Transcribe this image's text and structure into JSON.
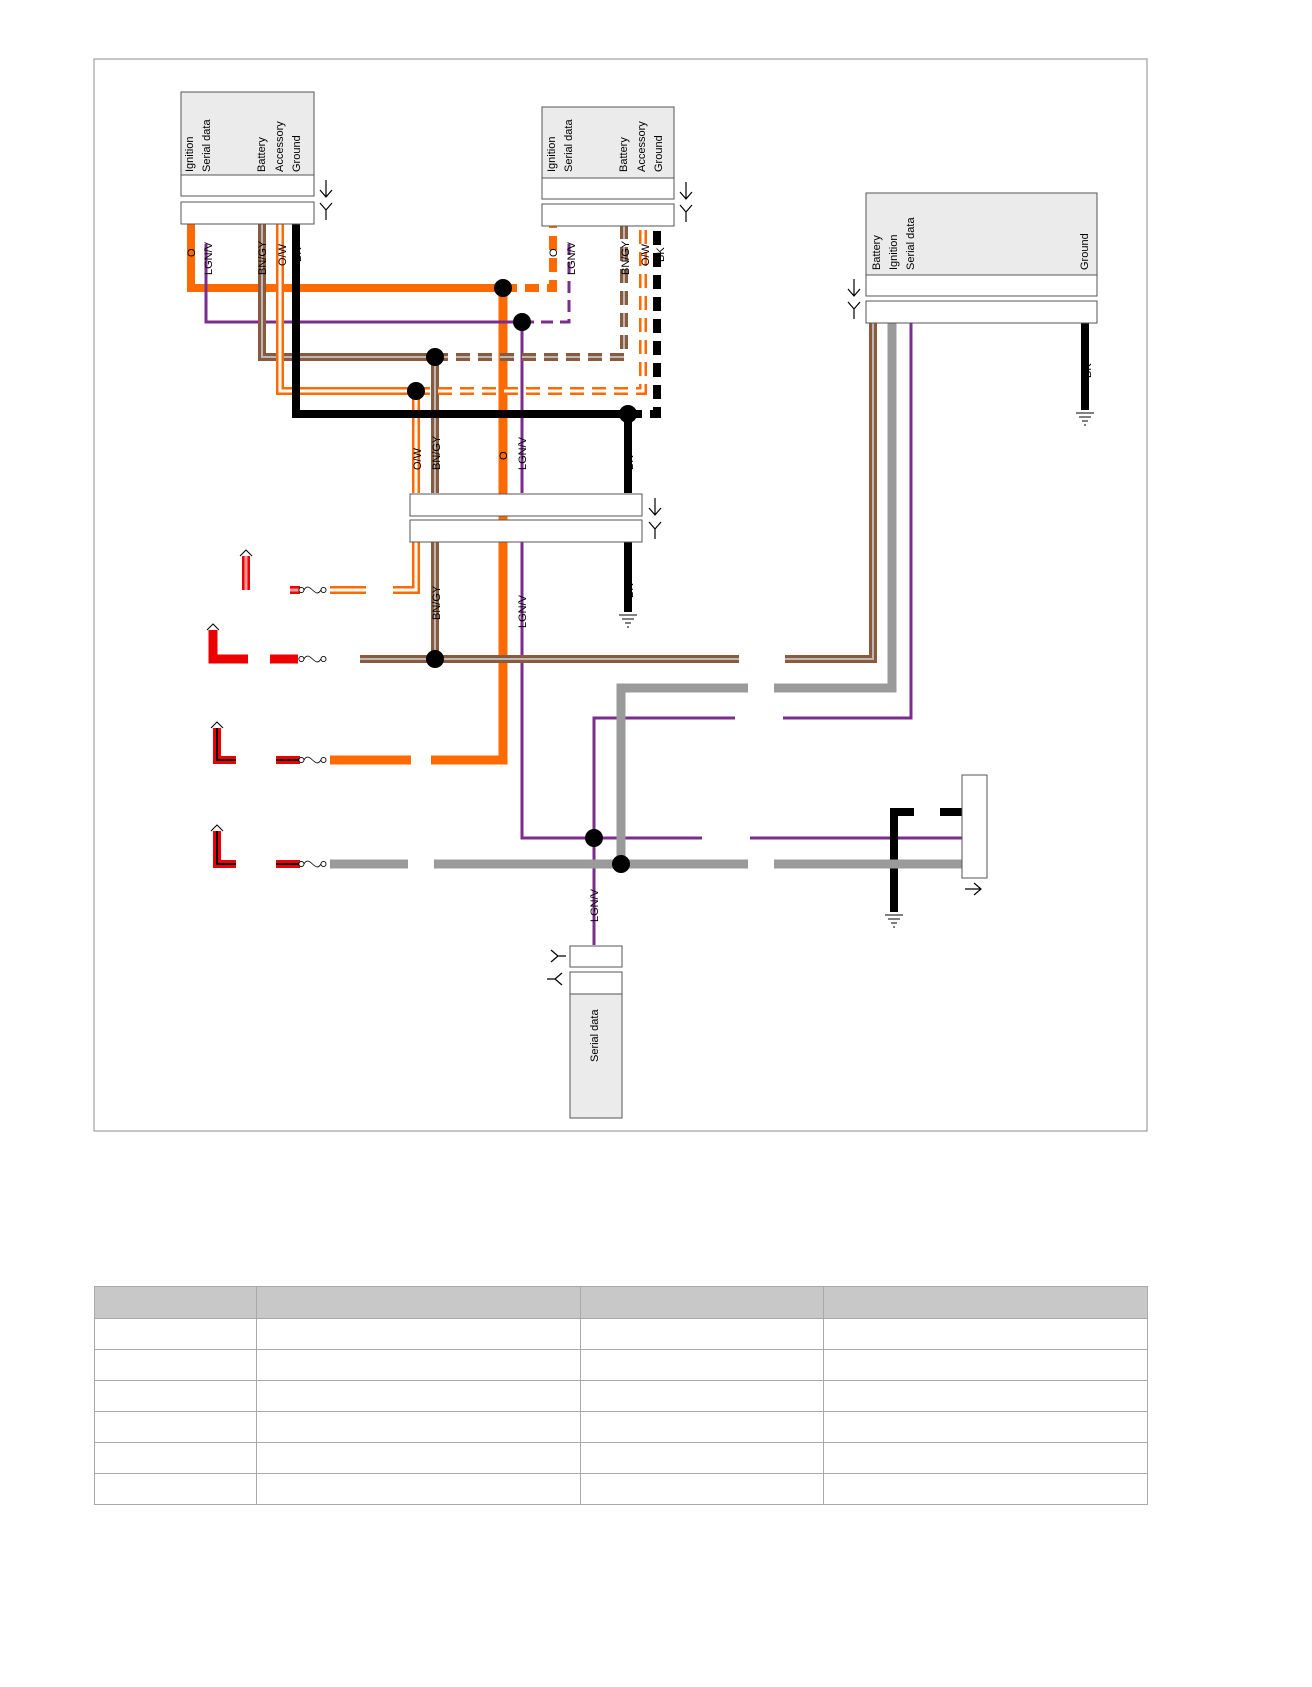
{
  "modules": {
    "left_top": {
      "pins": [
        "Ignition",
        "Serial data",
        "Battery",
        "Accessory",
        "Ground"
      ]
    },
    "mid_top": {
      "pins": [
        "Ignition",
        "Serial data",
        "Battery",
        "Accessory",
        "Ground"
      ]
    },
    "right": {
      "pins": [
        "Battery",
        "Ignition",
        "Serial data",
        "Ground"
      ]
    },
    "bottom": {
      "pins": [
        "Serial data"
      ]
    }
  },
  "wire_labels": {
    "orange": "O",
    "purple": "LGN/V",
    "brown_gray": "BN/GY",
    "orange_white": "O/W",
    "black": "BK"
  },
  "colors": {
    "orange": "#ff6a00",
    "purple": "#7b2c8e",
    "brown": "#8b5a3c",
    "gray": "#9a9a9a",
    "black": "#000000",
    "red": "#ee0000",
    "module_fill": "#ebebeb",
    "frame": "#8c8c8c"
  },
  "table": {
    "headers": [
      "",
      "",
      "",
      ""
    ],
    "rows": [
      [
        "",
        "",
        "",
        ""
      ],
      [
        "",
        "",
        "",
        ""
      ],
      [
        "",
        "",
        "",
        ""
      ],
      [
        "",
        "",
        "",
        ""
      ],
      [
        "",
        "",
        "",
        ""
      ],
      [
        "",
        "",
        "",
        ""
      ]
    ]
  }
}
